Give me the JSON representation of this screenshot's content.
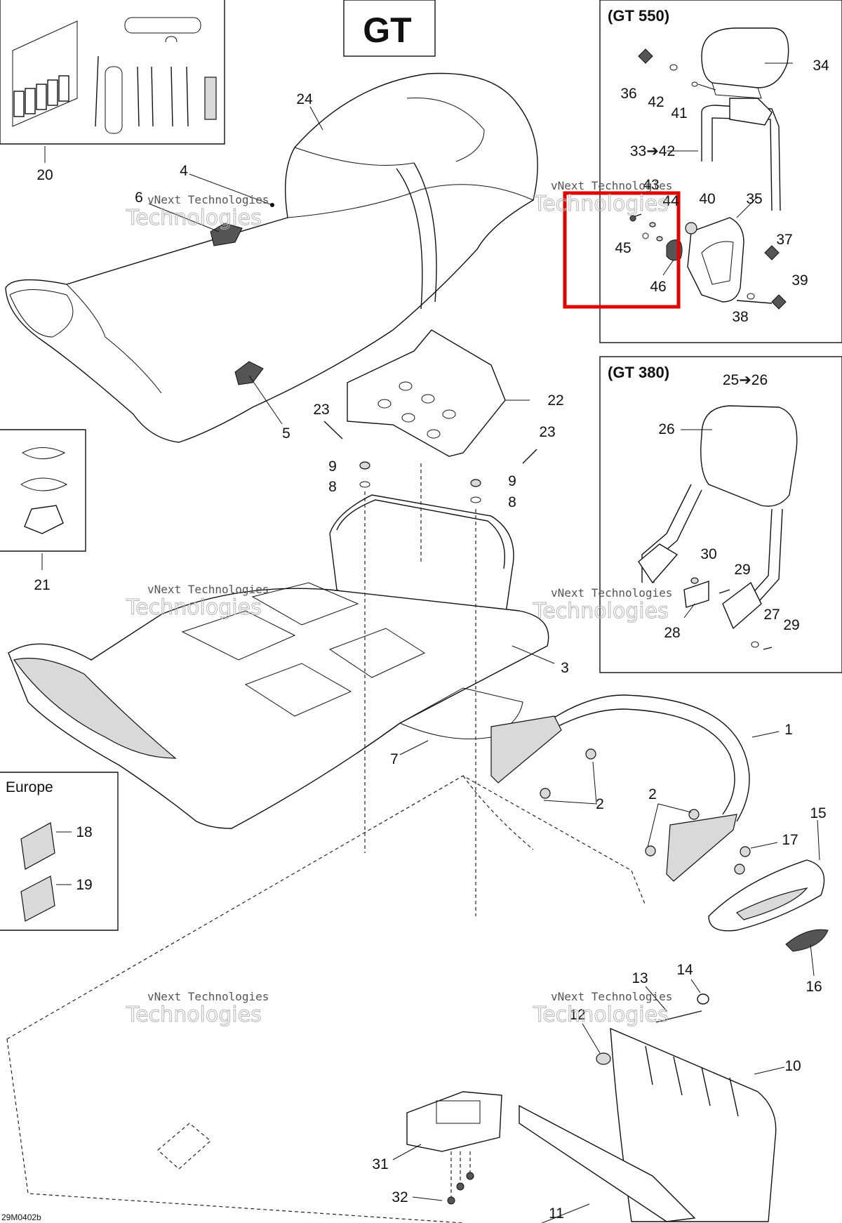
{
  "title": "GT",
  "insets": {
    "gt550": "(GT 550)",
    "gt380": "(GT 380)",
    "europe": "Europe"
  },
  "watermark": {
    "line1": "vNext Technologies",
    "line2": "Technologies"
  },
  "footer_code": "29M0402b",
  "highlight_color": "#e00000",
  "callouts": {
    "c1": "1",
    "c2a": "2",
    "c2b": "2",
    "c3": "3",
    "c4": "4",
    "c5": "5",
    "c6": "6",
    "c7": "7",
    "c8a": "8",
    "c8b": "8",
    "c9a": "9",
    "c9b": "9",
    "c10": "10",
    "c11": "11",
    "c12": "12",
    "c13": "13",
    "c14": "14",
    "c15": "15",
    "c16": "16",
    "c17": "17",
    "c18": "18",
    "c19": "19",
    "c20": "20",
    "c21": "21",
    "c22": "22",
    "c23a": "23",
    "c23b": "23",
    "c24": "24",
    "c25_26": "25➔26",
    "c26": "26",
    "c27": "27",
    "c28": "28",
    "c29a": "29",
    "c29b": "29",
    "c30": "30",
    "c31": "31",
    "c32": "32",
    "c33_42": "33➔42",
    "c34": "34",
    "c35": "35",
    "c36": "36",
    "c37": "37",
    "c38": "38",
    "c39": "39",
    "c40": "40",
    "c41": "41",
    "c42": "42",
    "c43": "43",
    "c44": "44",
    "c45": "45",
    "c46": "46"
  }
}
